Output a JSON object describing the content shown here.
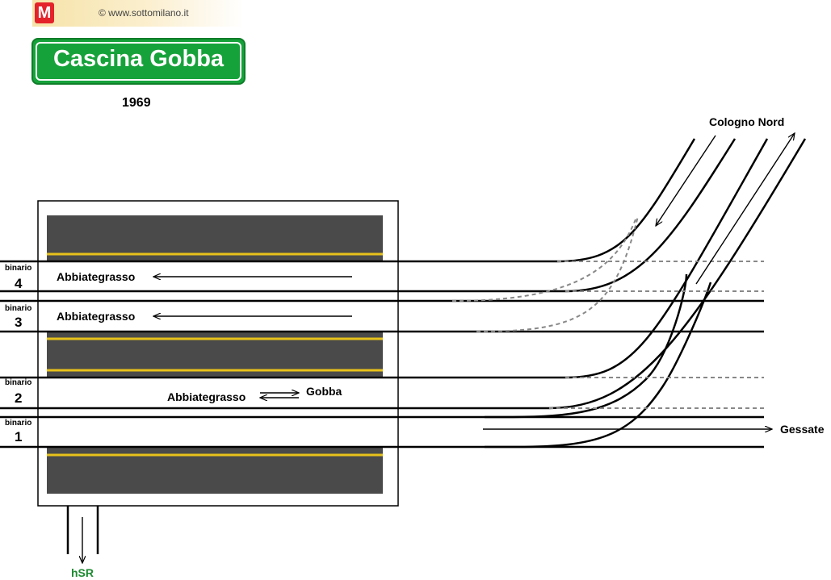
{
  "header": {
    "logo_letter": "M",
    "copyright": "© www.sottomilano.it"
  },
  "station": {
    "name": "Cascina Gobba",
    "year": "1969"
  },
  "tracks": [
    {
      "label": "binario",
      "number": "4",
      "destination": "Abbiategrasso"
    },
    {
      "label": "binario",
      "number": "3",
      "destination": "Abbiategrasso"
    },
    {
      "label": "binario",
      "number": "2",
      "destination_left": "Abbiategrasso",
      "destination_right": "Gobba"
    },
    {
      "label": "binario",
      "number": "1"
    }
  ],
  "destinations": {
    "north": "Cologno Nord",
    "east": "Gessate",
    "south": "hSR"
  },
  "colors": {
    "platform": "#4a4a4a",
    "platform_edge": "#e8c21a",
    "sign_green": "#16a23a",
    "hsr_green": "#1a8a2e",
    "logo_red": "#e4222a"
  }
}
